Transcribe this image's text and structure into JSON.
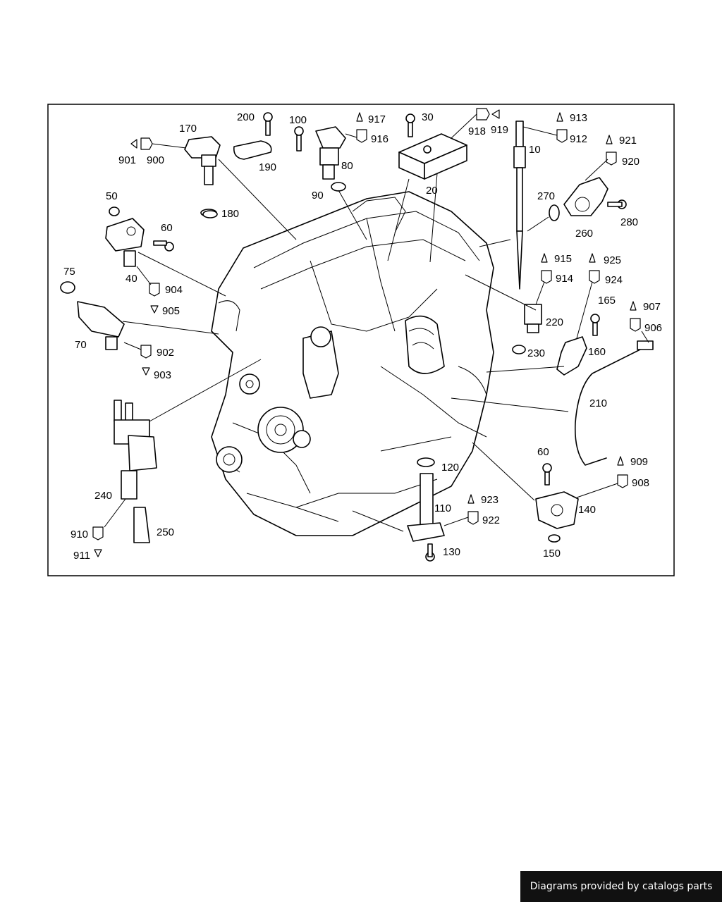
{
  "watermark": "Diagrams provided by catalogs parts",
  "callouts": [
    "170",
    "901",
    "900",
    "200",
    "190",
    "100",
    "80",
    "90",
    "917",
    "916",
    "30",
    "918",
    "919",
    "20",
    "10",
    "913",
    "912",
    "921",
    "920",
    "270",
    "280",
    "260",
    "180",
    "50",
    "60",
    "40",
    "904",
    "905",
    "75",
    "70",
    "902",
    "903",
    "915",
    "914",
    "925",
    "924",
    "165",
    "907",
    "906",
    "220",
    "230",
    "160",
    "210",
    "240",
    "910",
    "911",
    "250",
    "120",
    "110",
    "923",
    "922",
    "130",
    "140",
    "909",
    "908",
    "150"
  ]
}
